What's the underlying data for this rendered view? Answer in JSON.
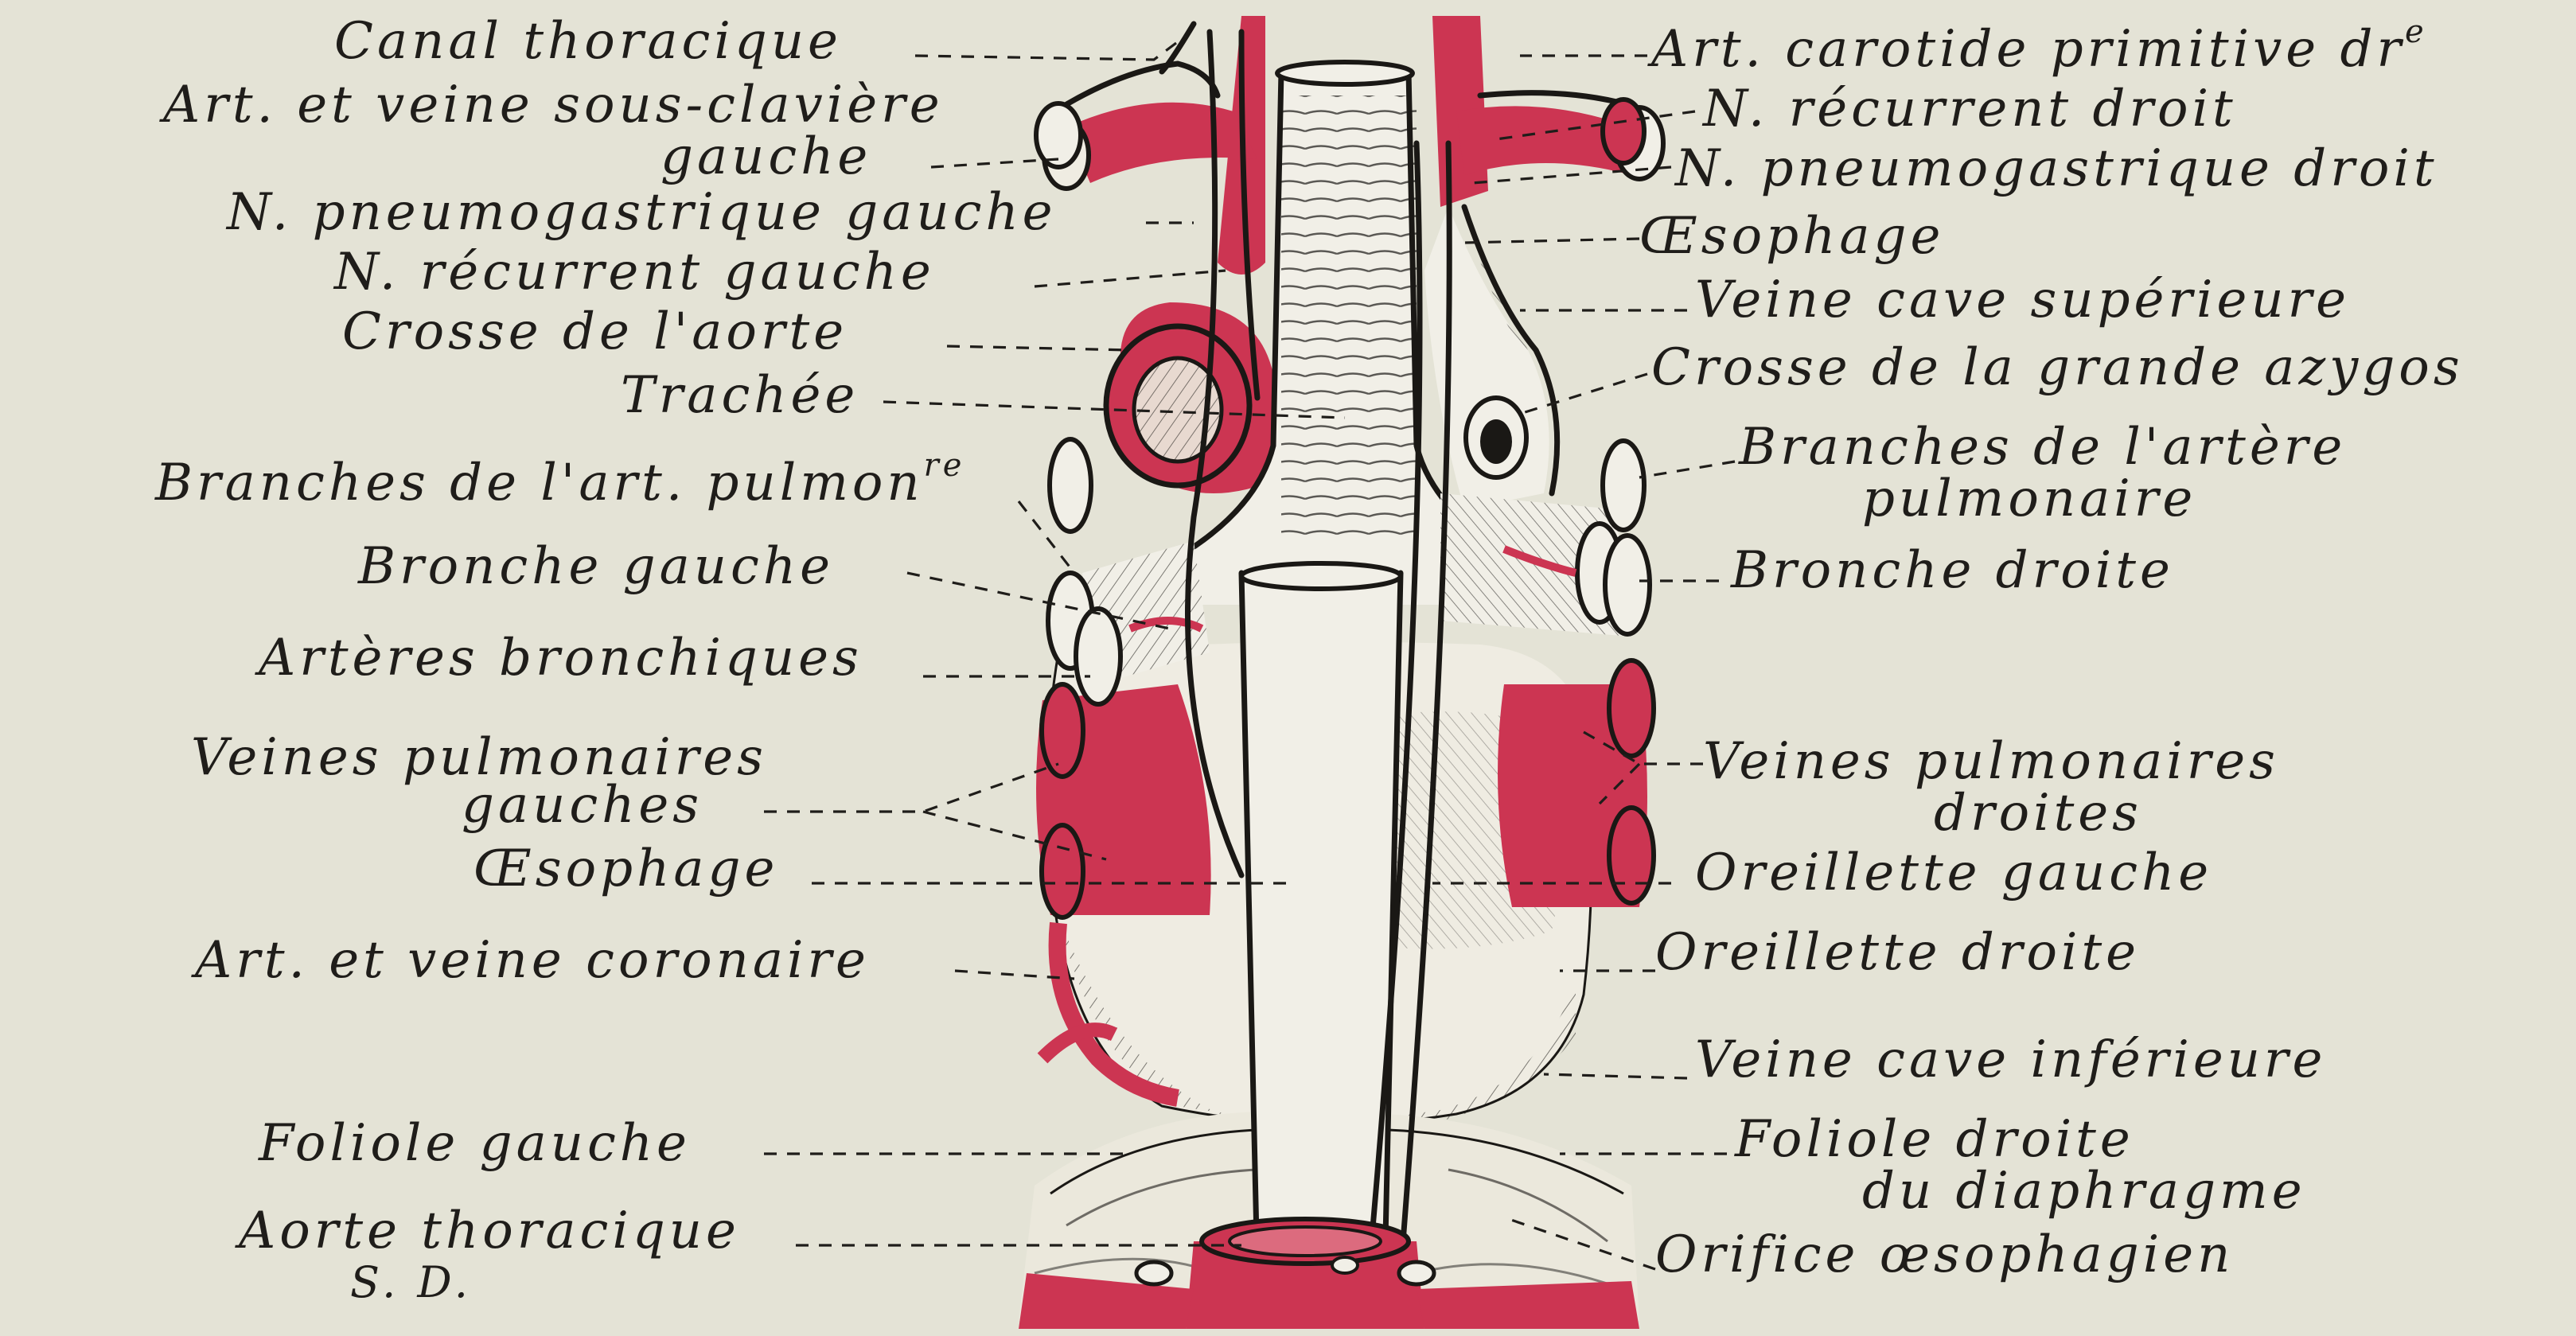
{
  "figure": {
    "signature": "S. D.",
    "colors": {
      "paper": "#e4e3d6",
      "ink": "#1a1815",
      "vessel_red": "#cc3552",
      "vessel_red_light": "#dc6b7e",
      "organ_pale": "#f1efe7"
    }
  },
  "labels_left": [
    {
      "id": "canal-thoracique",
      "text": "Canal thoracique"
    },
    {
      "id": "art-veine-sous-claviere",
      "text": "Art. et veine sous-clavière",
      "text2": "gauche"
    },
    {
      "id": "n-pneumogastrique-gauche",
      "text": "N. pneumogastrique gauche"
    },
    {
      "id": "n-recurrent-gauche",
      "text": "N. récurrent gauche"
    },
    {
      "id": "crosse-aorte",
      "text": "Crosse de l'aorte"
    },
    {
      "id": "trachee",
      "text": "Trachée"
    },
    {
      "id": "branches-art-pulmonaire",
      "text": "Branches de l'art. pulmon",
      "sup": "re"
    },
    {
      "id": "bronche-gauche",
      "text": "Bronche gauche"
    },
    {
      "id": "arteres-bronchiques",
      "text": "Artères bronchiques"
    },
    {
      "id": "veines-pulmonaires-gauches",
      "text": "Veines pulmonaires",
      "text2": "gauches"
    },
    {
      "id": "oesophage-left",
      "text": "Œsophage"
    },
    {
      "id": "art-veine-coronaire",
      "text": "Art. et veine coronaire"
    },
    {
      "id": "foliole-gauche",
      "text": "Foliole gauche"
    },
    {
      "id": "aorte-thoracique",
      "text": "Aorte thoracique"
    }
  ],
  "labels_right": [
    {
      "id": "art-carotide",
      "text": "Art. carotide primitive dr",
      "sup": "e"
    },
    {
      "id": "n-recurrent-droit",
      "text": "N. récurrent droit"
    },
    {
      "id": "n-pneumogastrique-droit",
      "text": "N. pneumogastrique droit"
    },
    {
      "id": "oesophage-right",
      "text": "Œsophage"
    },
    {
      "id": "veine-cave-superieure",
      "text": "Veine cave supérieure"
    },
    {
      "id": "crosse-grande-azygos",
      "text": "Crosse de la grande azygos"
    },
    {
      "id": "branches-artere-pulmonaire",
      "text": "Branches de l'artère",
      "text2": "pulmonaire"
    },
    {
      "id": "bronche-droite",
      "text": "Bronche droite"
    },
    {
      "id": "veines-pulmonaires-droites",
      "text": "Veines pulmonaires",
      "text2": "droites"
    },
    {
      "id": "oreillette-gauche",
      "text": "Oreillette gauche"
    },
    {
      "id": "oreillette-droite",
      "text": "Oreillette droite"
    },
    {
      "id": "veine-cave-inferieure",
      "text": "Veine cave inférieure"
    },
    {
      "id": "foliole-droite",
      "text": "Foliole droite",
      "text2": "du diaphragme"
    },
    {
      "id": "orifice-oesophagien",
      "text": "Orifice œsophagien"
    }
  ]
}
